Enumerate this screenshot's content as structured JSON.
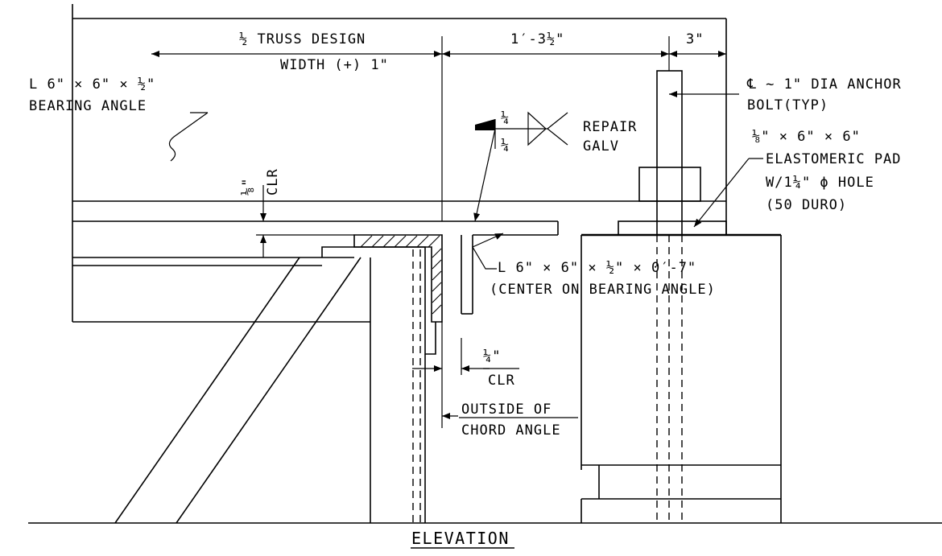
{
  "title": "ELEVATION",
  "dimensions": {
    "half_truss_line1": "½ TRUSS DESIGN",
    "half_truss_line2": "WIDTH (+) 1\"",
    "center_to_bolt": "1′-3½\"",
    "edge": "3\"",
    "clearance_top_value": "⅛\"",
    "clearance_top_unit": "CLR",
    "clearance_bottom_value": "¼\"",
    "clearance_bottom_unit": "CLR"
  },
  "callouts": {
    "bearing_angle_line1": "L 6\" × 6\" × ½\"",
    "bearing_angle_line2": "BEARING ANGLE",
    "anchor_bolt_line1": "℄ ~ 1\" DIA ANCHOR",
    "anchor_bolt_line2": "BOLT(TYP)",
    "pad_line1": "⅛\" × 6\" × 6\"",
    "pad_line2": "ELASTOMERIC PAD",
    "pad_line3": "W/1¼\" ϕ HOLE",
    "pad_line4": "(50 DURO)",
    "weld_top": "¼",
    "weld_bottom": "¼",
    "weld_note_line1": "REPAIR",
    "weld_note_line2": "GALV",
    "clip_angle_line1": "L 6\" × 6\" × ½\" × 0′-7\"",
    "clip_angle_line2": "(CENTER ON BEARING ANGLE)",
    "chord_line1": "OUTSIDE OF",
    "chord_line2": "CHORD ANGLE"
  }
}
